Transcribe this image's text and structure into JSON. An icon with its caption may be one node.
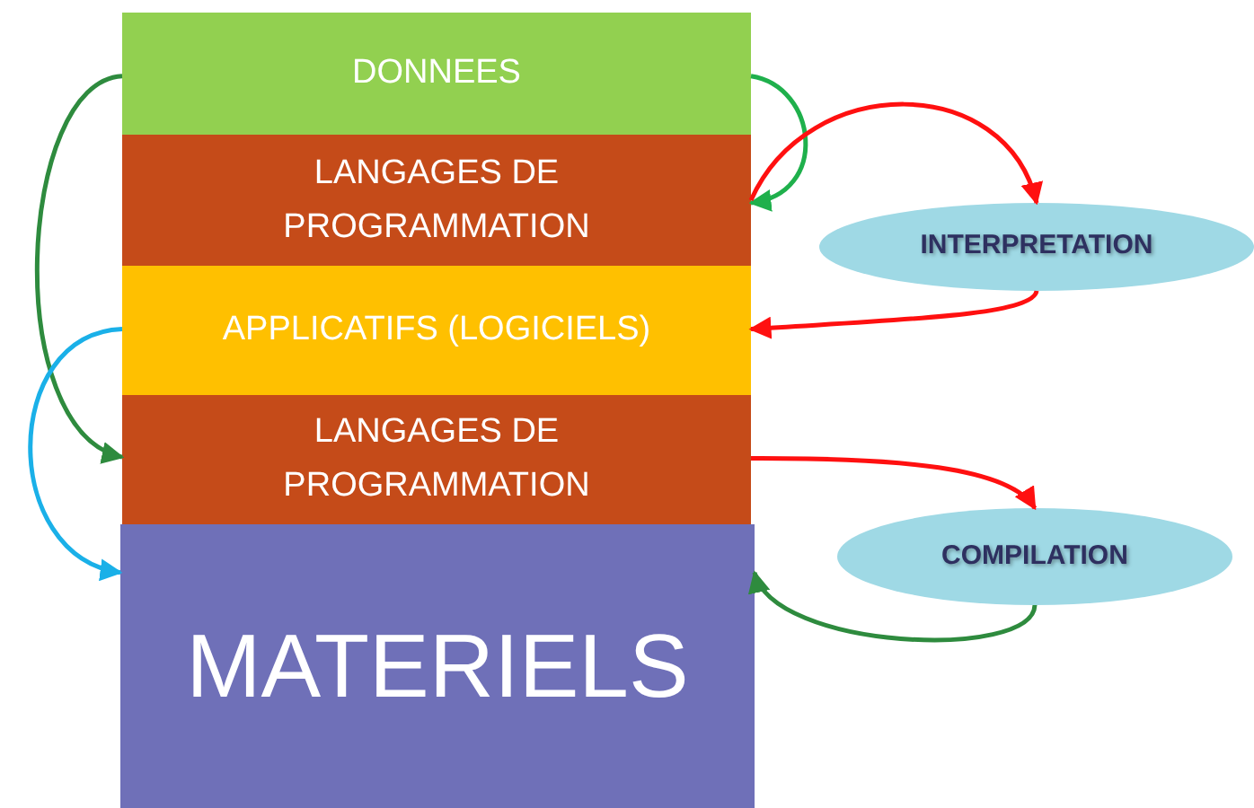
{
  "diagram": {
    "nodes": [
      {
        "text": [
          "DONNEES"
        ]
      },
      {
        "text": [
          "LANGAGES DE PROGRAMMATION"
        ]
      },
      {
        "text": [
          "APPLICATIFS (LOGICIELS)"
        ]
      },
      {
        "text": [
          "LANGAGES DE PROGRAMMATION"
        ]
      },
      {
        "text": [
          "MATERIELS"
        ]
      },
      {
        "text": [
          "INTERPRETATION"
        ]
      },
      {
        "text": [
          "COMPILATION"
        ]
      }
    ],
    "edges": [
      {
        "from": 0,
        "to": 3,
        "arrow": "to",
        "color": "#2e8b3e"
      },
      {
        "from": 0,
        "to": 1,
        "arrow": "to",
        "color": "#1fb04c"
      },
      {
        "from": 1,
        "to": 5,
        "arrow": "to",
        "color": "#ff1010"
      },
      {
        "from": 5,
        "to": 2,
        "arrow": "to",
        "color": "#ff1010"
      },
      {
        "from": 2,
        "to": 4,
        "arrow": "to",
        "color": "#1ab0e8"
      },
      {
        "from": 3,
        "to": 6,
        "arrow": "to",
        "color": "#ff1010"
      },
      {
        "from": 6,
        "to": 4,
        "arrow": "to",
        "color": "#2e8b3e"
      }
    ]
  }
}
